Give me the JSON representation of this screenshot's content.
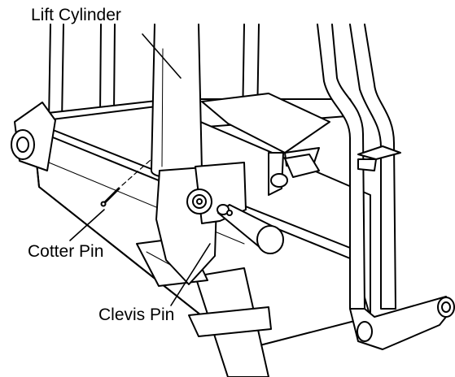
{
  "callouts": {
    "lift_cylinder": "Lift Cylinder",
    "cotter_pin": "Cotter Pin",
    "clevis_pin": "Clevis Pin"
  },
  "colors": {
    "line": "#000000",
    "fill": "#ffffff",
    "shade": "#e6e6e6"
  }
}
